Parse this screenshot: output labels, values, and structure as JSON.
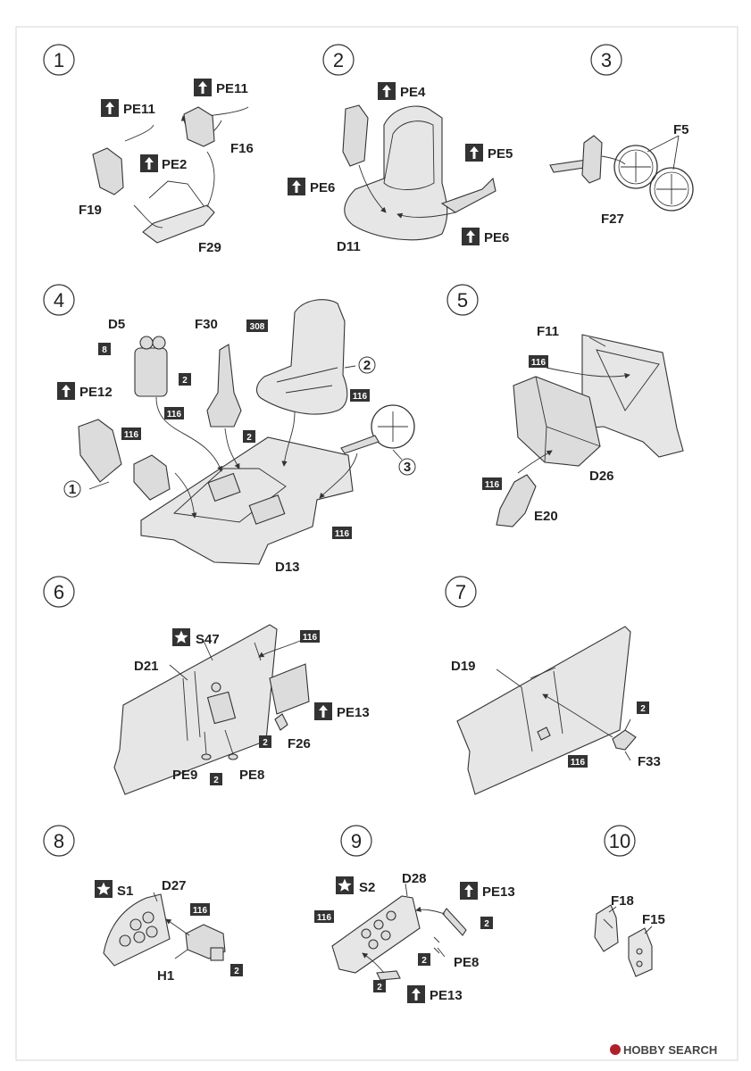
{
  "steps": [
    {
      "number": "1",
      "labels": {
        "pe11_a": "PE11",
        "pe11_b": "PE11",
        "pe2": "PE2",
        "f16": "F16",
        "f19": "F19",
        "f29": "F29"
      }
    },
    {
      "number": "2",
      "labels": {
        "pe4": "PE4",
        "pe5": "PE5",
        "pe6_a": "PE6",
        "pe6_b": "PE6",
        "d11": "D11"
      }
    },
    {
      "number": "3",
      "labels": {
        "f5": "F5",
        "f27": "F27"
      }
    },
    {
      "number": "4",
      "labels": {
        "d5": "D5",
        "f30": "F30",
        "pe12": "PE12",
        "d13": "D13",
        "ref1": "1",
        "ref2": "2",
        "ref3": "3"
      },
      "badges": {
        "b8": "8",
        "b308": "308",
        "b2a": "2",
        "b2b": "2",
        "b116a": "116",
        "b116b": "116",
        "b116c": "116",
        "b116d": "116"
      }
    },
    {
      "number": "5",
      "labels": {
        "f11": "F11",
        "d26": "D26",
        "e20": "E20"
      },
      "badges": {
        "b116a": "116",
        "b116b": "116"
      }
    },
    {
      "number": "6",
      "labels": {
        "s47": "S47",
        "d21": "D21",
        "pe13": "PE13",
        "f26": "F26",
        "pe9": "PE9",
        "pe8": "PE8"
      },
      "badges": {
        "b116": "116",
        "b2a": "2",
        "b2b": "2"
      }
    },
    {
      "number": "7",
      "labels": {
        "d19": "D19",
        "f33": "F33"
      },
      "badges": {
        "b2": "2",
        "b116": "116"
      }
    },
    {
      "number": "8",
      "labels": {
        "s1": "S1",
        "d27": "D27",
        "h1": "H1"
      },
      "badges": {
        "b116": "116",
        "b2": "2"
      }
    },
    {
      "number": "9",
      "labels": {
        "s2": "S2",
        "d28": "D28",
        "pe13_a": "PE13",
        "pe13_b": "PE13",
        "pe8": "PE8"
      },
      "badges": {
        "b116": "116",
        "b2a": "2",
        "b2b": "2",
        "b2c": "2"
      }
    },
    {
      "number": "10",
      "labels": {
        "f18": "F18",
        "f15": "F15"
      }
    }
  ],
  "watermark": {
    "text": "HOBBY SEARCH"
  },
  "colors": {
    "ink": "#222222",
    "badge": "#333333",
    "part_fill": "#dcdcdc",
    "logo": "#b0202a"
  }
}
